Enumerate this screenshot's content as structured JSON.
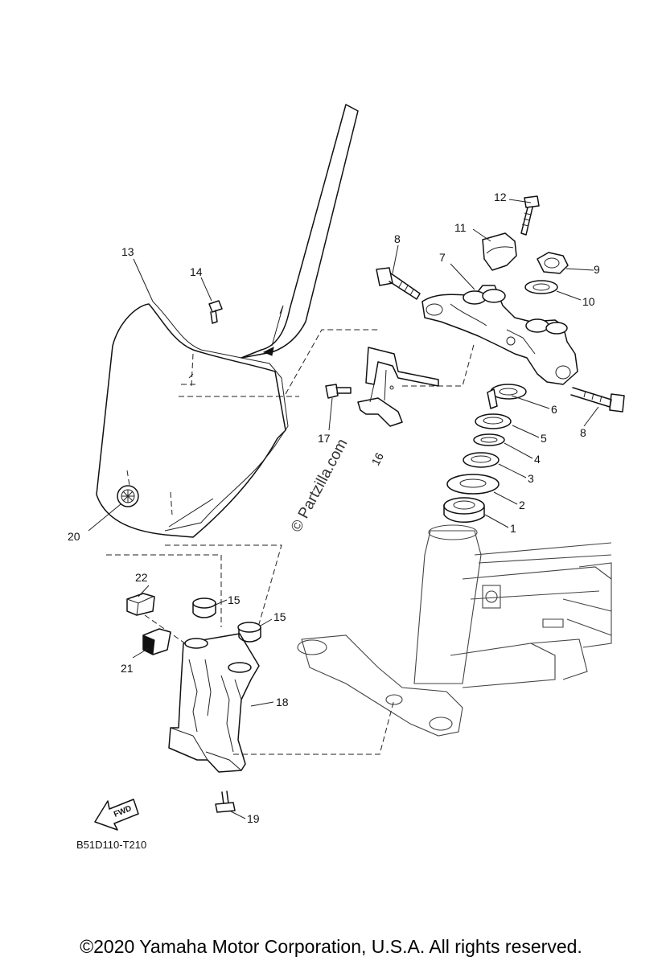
{
  "diagram": {
    "callouts": {
      "c1": "1",
      "c2": "2",
      "c3": "3",
      "c4": "4",
      "c5": "5",
      "c6": "6",
      "c7": "7",
      "c8a": "8",
      "c8b": "8",
      "c9": "9",
      "c10": "10",
      "c11": "11",
      "c12": "12",
      "c13": "13",
      "c14": "14",
      "c15a": "15",
      "c15b": "15",
      "c16": "16",
      "c17": "17",
      "c18": "18",
      "c19": "19",
      "c20": "20",
      "c21": "21",
      "c22": "22"
    },
    "fwd_label": "FWD",
    "diagram_code": "B51D110-T210",
    "watermark": "© Partzilla.com"
  },
  "footer": {
    "copyright": "©2020 Yamaha Motor Corporation, U.S.A. All rights reserved."
  }
}
